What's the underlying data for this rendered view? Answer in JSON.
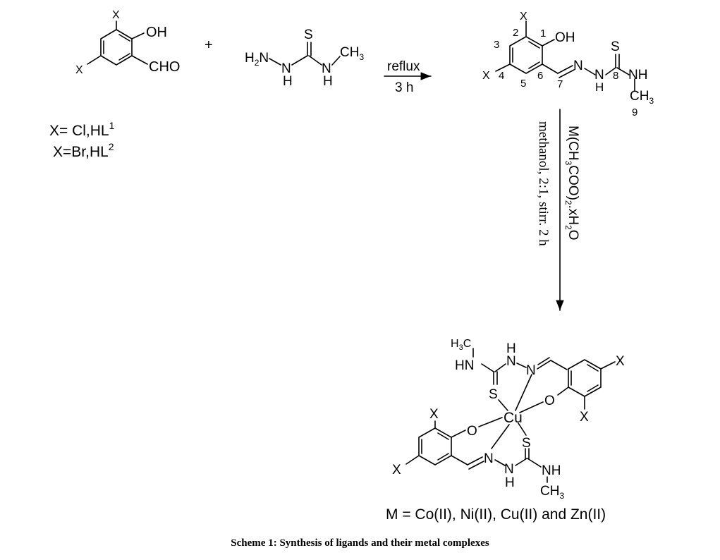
{
  "reactant1": {
    "substituent_x": "X",
    "oh": "OH",
    "cho": "CHO",
    "definitions": [
      {
        "base": "X= Cl,HL",
        "sup": "1"
      },
      {
        "base": "X=Br,HL",
        "sup": "2"
      }
    ]
  },
  "plus_sign": "+",
  "reactant2": {
    "h2_prefix": "H",
    "h2_sub": "2",
    "n_suffix": "N",
    "n": "N",
    "h": "H",
    "s": "S",
    "ch3": "CH",
    "ch3_sub": "3"
  },
  "step1": {
    "above": "reflux",
    "below": "3 h"
  },
  "ligand": {
    "x": "X",
    "oh": "OH",
    "n": "N",
    "h": "H",
    "s": "S",
    "nh": "NH",
    "ch3": "CH",
    "ch3_sub": "3",
    "numbers": [
      "1",
      "2",
      "3",
      "4",
      "5",
      "6",
      "7",
      "8",
      "9"
    ]
  },
  "step2": {
    "reagent": {
      "p1": "M(CH",
      "s1": "3",
      "p2": "COO)",
      "s2": "2",
      "p3": ".xH",
      "s3": "2",
      "p4": "O"
    },
    "conditions": "methanol,   2:1, stirr. 2 h"
  },
  "complex": {
    "metal": "Cu",
    "o": "O",
    "s": "S",
    "n": "N",
    "h": "H",
    "x": "X",
    "hn": "HN",
    "nh": "NH",
    "h3c_h": "H",
    "h3c_sub": "3",
    "h3c_c": "C",
    "ch3": "CH",
    "ch3_sub": "3"
  },
  "metals_line": "M = Co(II), Ni(II), Cu(II) and Zn(II)",
  "caption": "Scheme 1: Synthesis of ligands and their metal complexes"
}
